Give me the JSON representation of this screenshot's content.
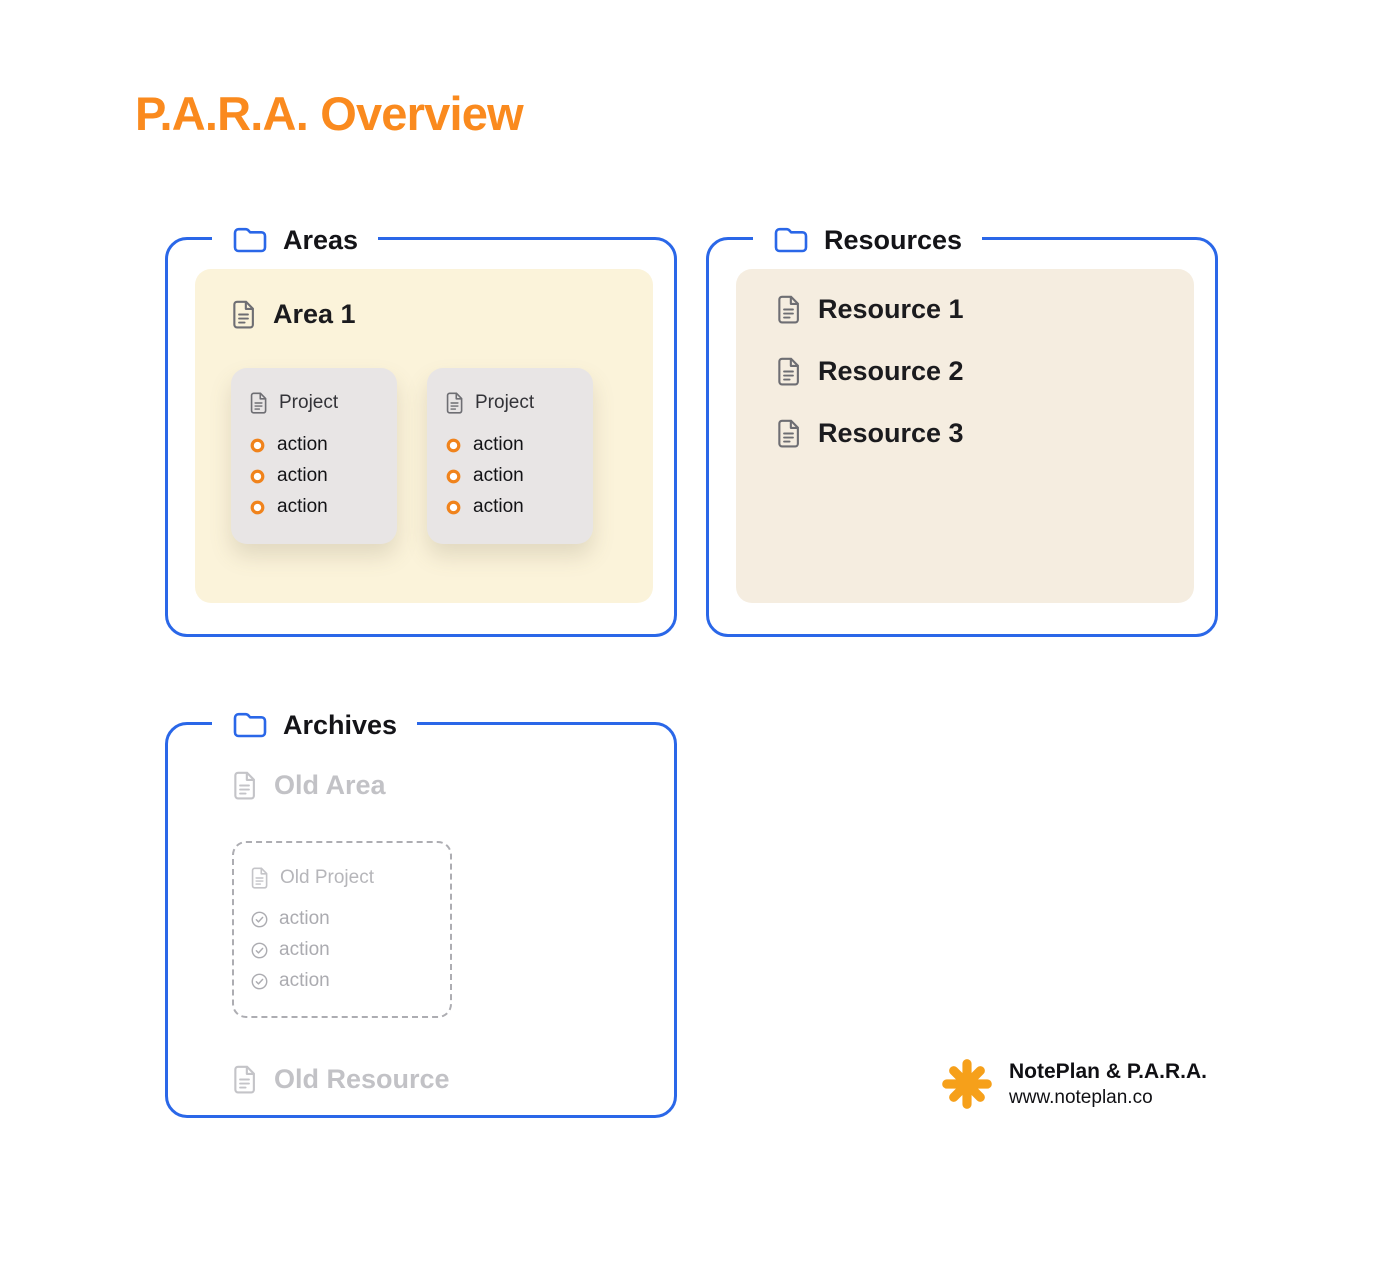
{
  "page": {
    "title": "P.A.R.A. Overview"
  },
  "colors": {
    "title_orange": "#FA8A1E",
    "panel_border_blue": "#2A67E8",
    "areas_fill": "#FBF3DA",
    "resources_fill": "#F5EDE0",
    "project_card_fill": "#E8E5E5",
    "action_bullet_orange": "#F0831C",
    "archived_gray": "#C2C2C6",
    "logo_orange": "#F6A01A"
  },
  "panels": {
    "areas": {
      "label": "Areas",
      "area": {
        "label": "Area 1",
        "projects": [
          {
            "label": "Project",
            "actions": [
              "action",
              "action",
              "action"
            ]
          },
          {
            "label": "Project",
            "actions": [
              "action",
              "action",
              "action"
            ]
          }
        ]
      }
    },
    "resources": {
      "label": "Resources",
      "items": [
        "Resource 1",
        "Resource 2",
        "Resource 3"
      ]
    },
    "archives": {
      "label": "Archives",
      "old_area": {
        "label": "Old Area"
      },
      "old_project": {
        "label": "Old Project",
        "actions": [
          "action",
          "action",
          "action"
        ]
      },
      "old_resource": {
        "label": "Old Resource"
      }
    }
  },
  "footer": {
    "brand": "NotePlan & P.A.R.A.",
    "url": "www.noteplan.co"
  },
  "icons": {
    "folder": "folder-icon",
    "document": "document-icon",
    "todo_circle": "todo-circle-icon",
    "check_circle": "check-circle-icon",
    "logo": "noteplan-logo-icon"
  }
}
